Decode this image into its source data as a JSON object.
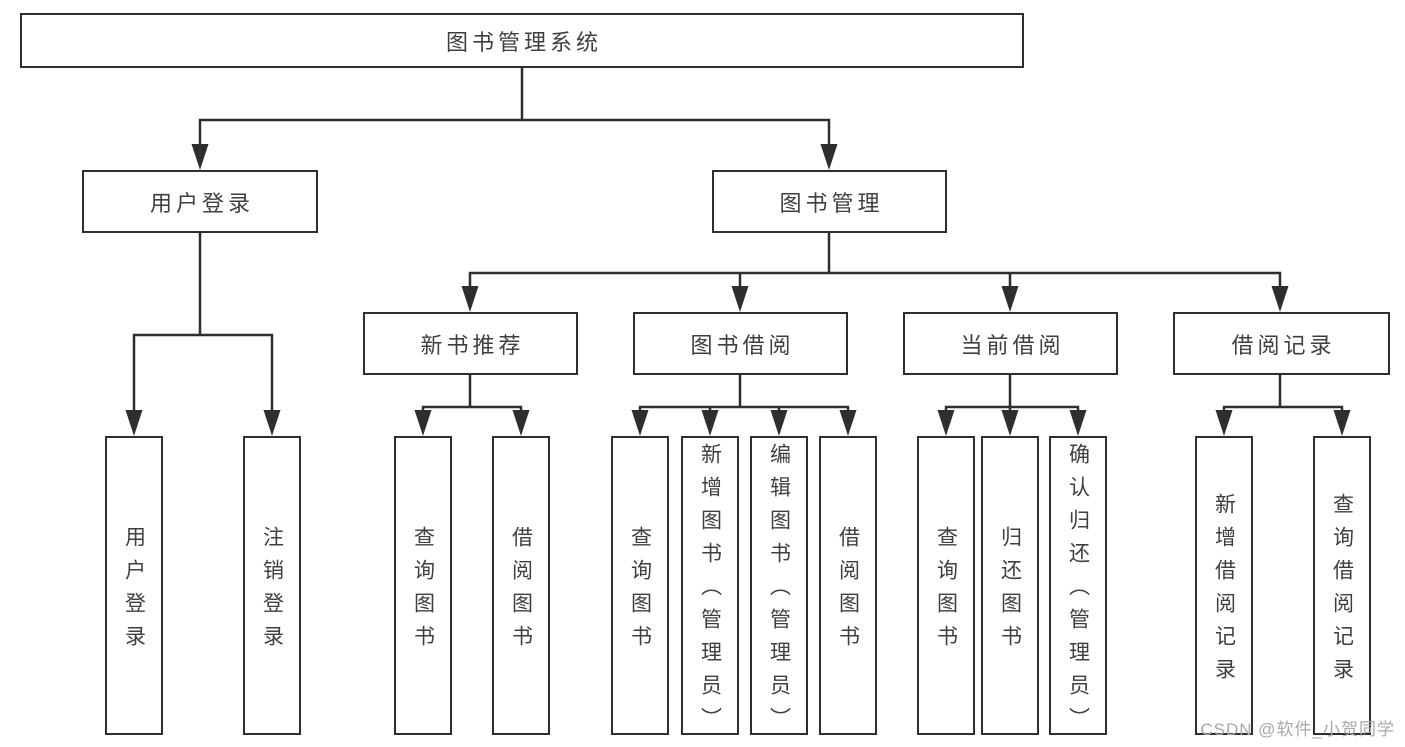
{
  "tree": {
    "label": "图书管理系统",
    "children": [
      {
        "label": "用户登录",
        "children": [
          {
            "label": "用户登录"
          },
          {
            "label": "注销登录"
          }
        ]
      },
      {
        "label": "图书管理",
        "children": [
          {
            "label": "新书推荐",
            "children": [
              {
                "label": "查询图书"
              },
              {
                "label": "借阅图书"
              }
            ]
          },
          {
            "label": "图书借阅",
            "children": [
              {
                "label": "查询图书"
              },
              {
                "label": "新增图书（管理员）"
              },
              {
                "label": "编辑图书（管理员）"
              },
              {
                "label": "借阅图书"
              }
            ]
          },
          {
            "label": "当前借阅",
            "children": [
              {
                "label": "查询图书"
              },
              {
                "label": "归还图书"
              },
              {
                "label": "确认归还（管理员）"
              }
            ]
          },
          {
            "label": "借阅记录",
            "children": [
              {
                "label": "新增借阅记录"
              },
              {
                "label": "查询借阅记录"
              }
            ]
          }
        ]
      }
    ]
  },
  "watermark": {
    "text": "CSDN @软件_小贺同学"
  },
  "colors": {
    "line": "#2e2e2e",
    "node_border": "#2e2e2e",
    "node_text": "#3f3f3f",
    "node_background": "#ffffff",
    "watermark_text": "#a8a8a8",
    "background": "#ffffff"
  }
}
